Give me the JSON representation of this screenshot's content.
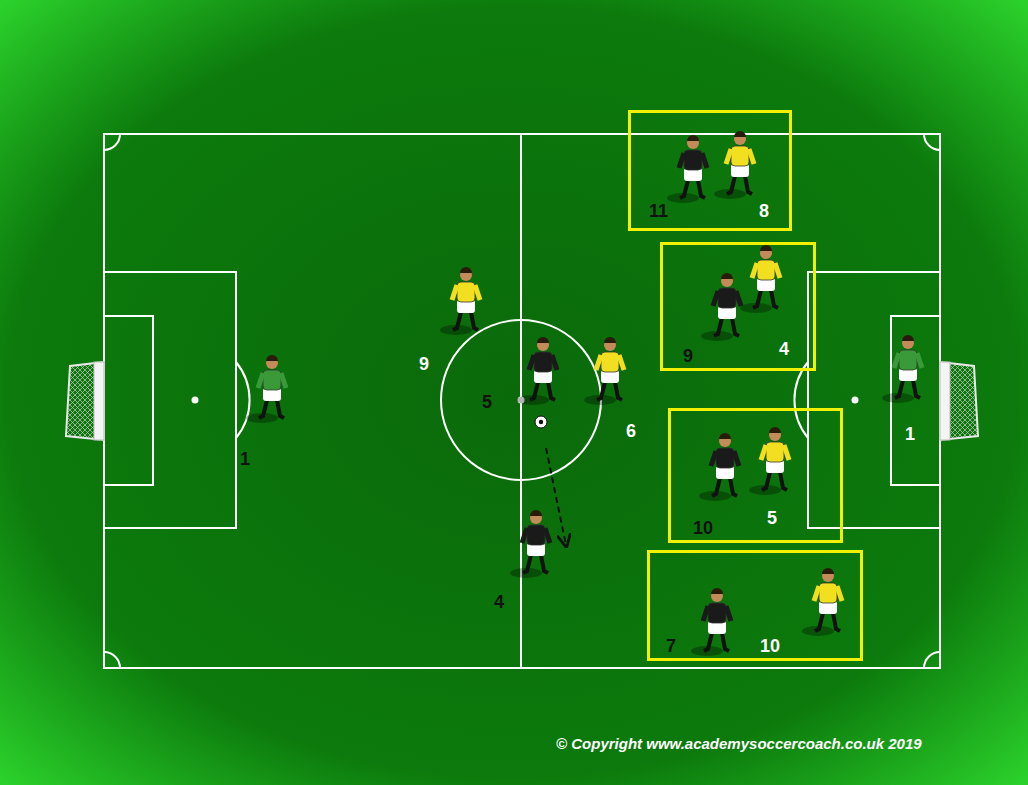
{
  "diagram": {
    "nodes": [
      {
        "text": [
          "11",
          "8"
        ]
      },
      {
        "text": [
          "9",
          "4"
        ]
      },
      {
        "text": [
          "10",
          "5"
        ]
      },
      {
        "text": [
          "7",
          "10"
        ]
      }
    ],
    "labels": [
      "1",
      "9",
      "5",
      "6",
      "4",
      "1",
      "© Copyright www.academysoccercoach.co.uk 2019"
    ]
  }
}
